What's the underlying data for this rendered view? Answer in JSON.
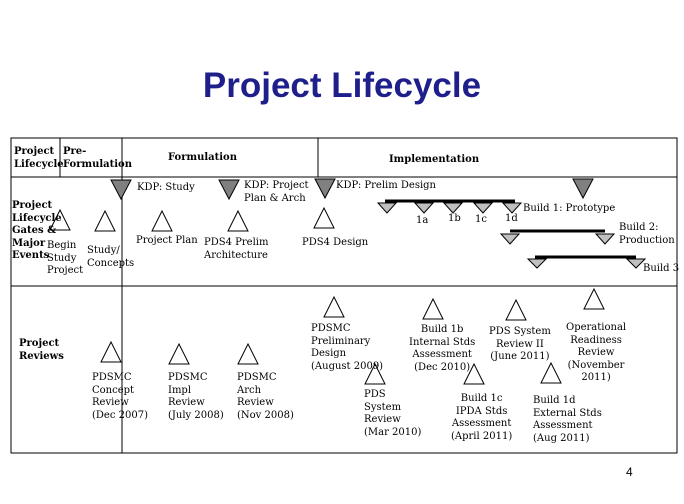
{
  "slide": {
    "title": "Project Lifecycle",
    "page_number": "4"
  },
  "header": {
    "row_label": "Project\nLifecycle",
    "pre_formulation": "Pre-\nFormulation",
    "formulation": "Formulation",
    "implementation": "Implementation"
  },
  "gates_row": {
    "label": "Project\nLifecycle\nGates &\nMajor\nEvents",
    "begin_study_project": "Begin\nStudy\nProject",
    "study_concepts": "Study/\nConcepts",
    "kdp_study": "KDP: Study",
    "project_plan": "Project Plan",
    "kdp_project_plan_arch": "KDP: Project\nPlan & Arch",
    "pds4_prelim_architecture": "PDS4 Prelim\nArchitecture",
    "kdp_prelim_design": "KDP: Prelim Design",
    "pds4_design": "PDS4 Design",
    "build_1a": "1a",
    "build_1b": "1b",
    "build_1c": "1c",
    "build_1d": "1d",
    "build_1_prototype": "Build 1: Prototype",
    "build_2_production": "Build 2:\nProduction",
    "build_3": "Build 3"
  },
  "reviews_row": {
    "label": "Project\nReviews",
    "pdsmc_concept_review": "PDSMC\nConcept\nReview\n(Dec 2007)",
    "pdsmc_impl_review": "PDSMC\nImpl\nReview\n(July 2008)",
    "pdsmc_arch_review": "PDSMC\nArch\nReview\n(Nov 2008)",
    "pdsmc_preliminary_design": "PDSMC\nPreliminary\nDesign\n(August 2009)",
    "pds_system_review": "PDS\nSystem\nReview\n(Mar 2010)",
    "build_1b_internal_stds": "Build 1b\nInternal Stds\nAssessment\n(Dec 2010)",
    "build_1c_ipda_stds": "Build 1c\nIPDA Stds\nAssessment\n(April 2011)",
    "pds_system_review_ii": "PDS System\nReview II\n(June 2011)",
    "build_1d_external_stds": "Build 1d\nExternal Stds\nAssessment\n(Aug 2011)",
    "operational_readiness_review": "Operational\nReadiness\nReview\n(November\n2011)"
  },
  "colors": {
    "title": "#1f1f8c",
    "kdp_fill": "#808080",
    "build_marker_fill": "#c0c0c0"
  }
}
